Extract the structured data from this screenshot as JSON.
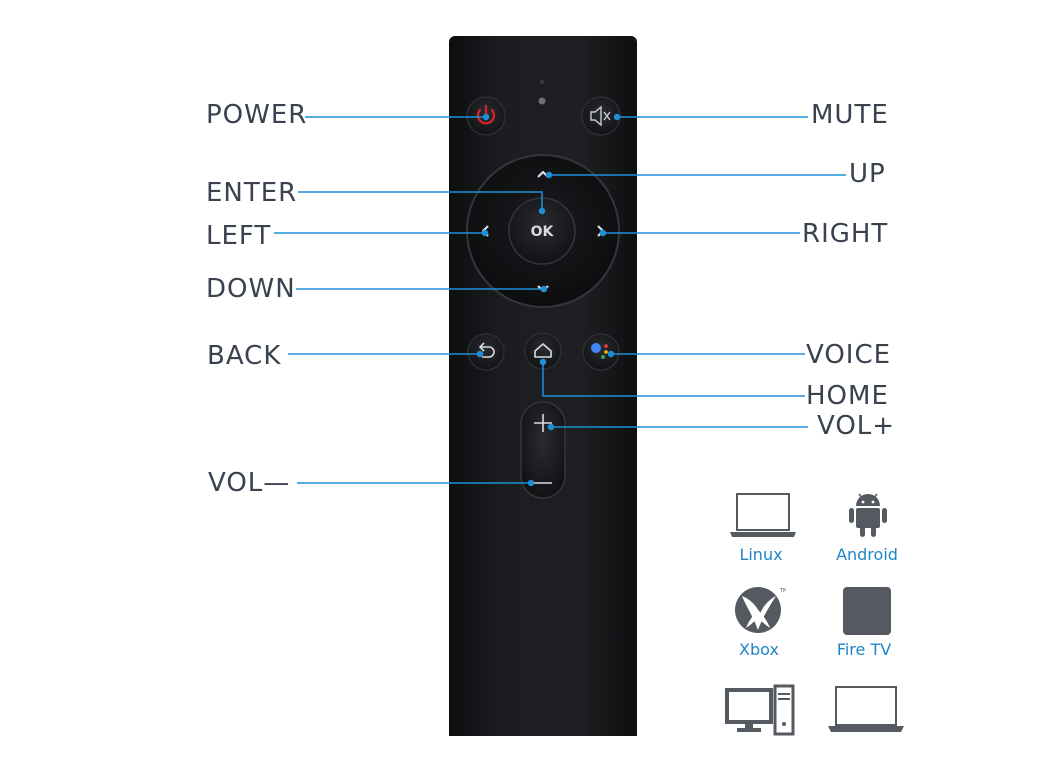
{
  "labels": {
    "power": "POWER",
    "mute": "MUTE",
    "up": "UP",
    "enter": "ENTER",
    "left": "LEFT",
    "right": "RIGHT",
    "down": "DOWN",
    "back": "BACK",
    "voice": "VOICE",
    "home": "HOME",
    "vol_plus": "VOL+",
    "vol_minus": "VOL—"
  },
  "remote": {
    "ok_label": "OK"
  },
  "platforms": [
    {
      "name": "Linux",
      "icon": "laptop-icon"
    },
    {
      "name": "Android",
      "icon": "android-icon"
    },
    {
      "name": "Xbox",
      "icon": "xbox-icon"
    },
    {
      "name": "Fire TV",
      "icon": "fire-tv-icon"
    },
    {
      "name": "",
      "icon": "desktop-pc-icon"
    },
    {
      "name": "",
      "icon": "laptop-icon"
    }
  ],
  "colors": {
    "line": "#1f8fd6",
    "label_text": "#3a4250",
    "platform_text": "#1f86c6",
    "power_red": "#e0232b"
  }
}
